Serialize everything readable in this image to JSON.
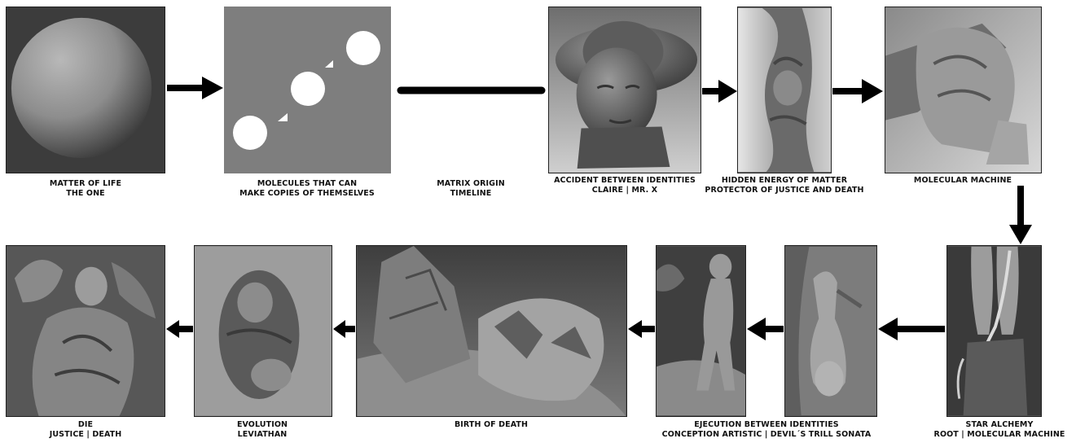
{
  "stages": [
    {
      "id": "sphere",
      "title": "MATTER OF LIFE",
      "subtitle": "THE ONE",
      "image": "gray-sphere-render"
    },
    {
      "id": "molecules",
      "title": "MOLECULES THAT CAN",
      "subtitle": "MAKE COPIES OF THEMSELVES",
      "image": "white-circles-on-gray"
    },
    {
      "id": "matrix",
      "title": "MATRIX ORIGIN",
      "subtitle": "TIMELINE",
      "image": ""
    },
    {
      "id": "accident",
      "title": "ACCIDENT BETWEEN IDENTITIES",
      "subtitle": "CLAIRE | MR. X",
      "image": "sculpted-face-with-hat"
    },
    {
      "id": "hidden",
      "title": "HIDDEN ENERGY OF MATTER",
      "subtitle": "PROTECTOR OF JUSTICE AND DEATH",
      "image": "sculpted-tall-figure"
    },
    {
      "id": "molecular",
      "title": "MOLECULAR MACHINE",
      "subtitle": "",
      "image": "sculpted-fist"
    },
    {
      "id": "alchemy",
      "title": "STAR ALCHEMY",
      "subtitle": "ROOT | MOLECULAR MACHINE",
      "image": "sculpted-legs-with-vine"
    },
    {
      "id": "ejecution",
      "title": "EJECUTION BETWEEN IDENTITIES",
      "subtitle": "CONCEPTION ARTISTIC | DEVIL´S TRILL SONATA",
      "image": "sculpted-figures-pair"
    },
    {
      "id": "birth",
      "title": "BIRTH OF DEATH",
      "subtitle": "",
      "image": "sculpted-fractured-head"
    },
    {
      "id": "evolution",
      "title": "EVOLUTION",
      "subtitle": "LEVIATHAN",
      "image": "sculpted-swirl-creature"
    },
    {
      "id": "die",
      "title": "DIE",
      "subtitle": "JUSTICE | DEATH",
      "image": "sculpted-draped-figure"
    }
  ],
  "colors": {
    "ink": "#000000",
    "panel": "#5a5a5a",
    "background": "#ffffff"
  }
}
